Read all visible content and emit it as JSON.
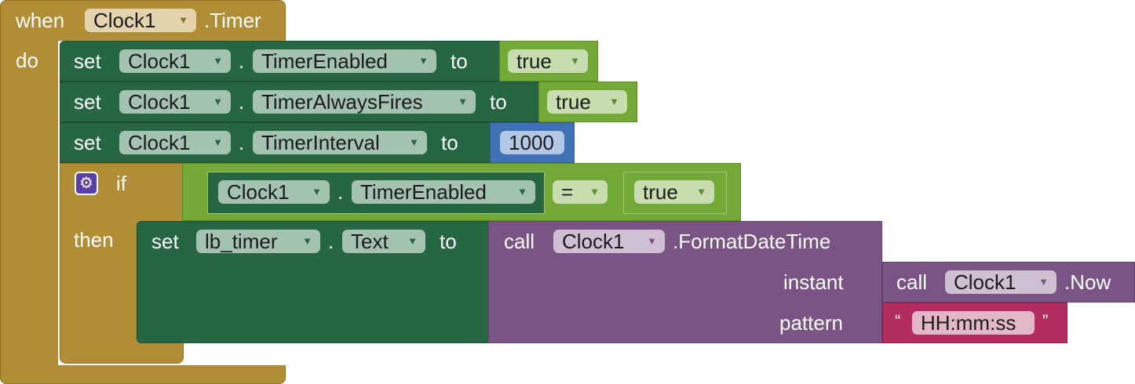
{
  "event": {
    "when": "when",
    "component": "Clock1",
    "event_name": ".Timer",
    "do": "do"
  },
  "stmt1": {
    "set": "set",
    "component": "Clock1",
    "dot": ".",
    "property": "TimerEnabled",
    "to": "to",
    "value": "true"
  },
  "stmt2": {
    "set": "set",
    "component": "Clock1",
    "dot": ".",
    "property": "TimerAlwaysFires",
    "to": "to",
    "value": "true"
  },
  "stmt3": {
    "set": "set",
    "component": "Clock1",
    "dot": ".",
    "property": "TimerInterval",
    "to": "to",
    "value": "1000"
  },
  "if_block": {
    "if": "if",
    "then": "then",
    "condition": {
      "component": "Clock1",
      "dot": ".",
      "property": "TimerEnabled",
      "operator": "=",
      "value": "true"
    }
  },
  "then_stmt": {
    "set": "set",
    "component": "lb_timer",
    "dot": ".",
    "property": "Text",
    "to": "to",
    "call": {
      "call": "call",
      "component": "Clock1",
      "method": ".FormatDateTime",
      "instant_label": "instant",
      "instant": {
        "call": "call",
        "component": "Clock1",
        "method": ".Now"
      },
      "pattern_label": "pattern",
      "pattern": {
        "open_quote": "“",
        "text": "HH:mm:ss",
        "close_quote": "”"
      }
    }
  },
  "dropdown_arrow": "▼",
  "gear_glyph": "⚙",
  "colors": {
    "event": "#B18E35",
    "setter": "#266643",
    "logic": "#73A936",
    "math": "#3F71B5",
    "component_call": "#7B5486",
    "text": "#B32D5E",
    "gear": "#5A3FA8"
  }
}
